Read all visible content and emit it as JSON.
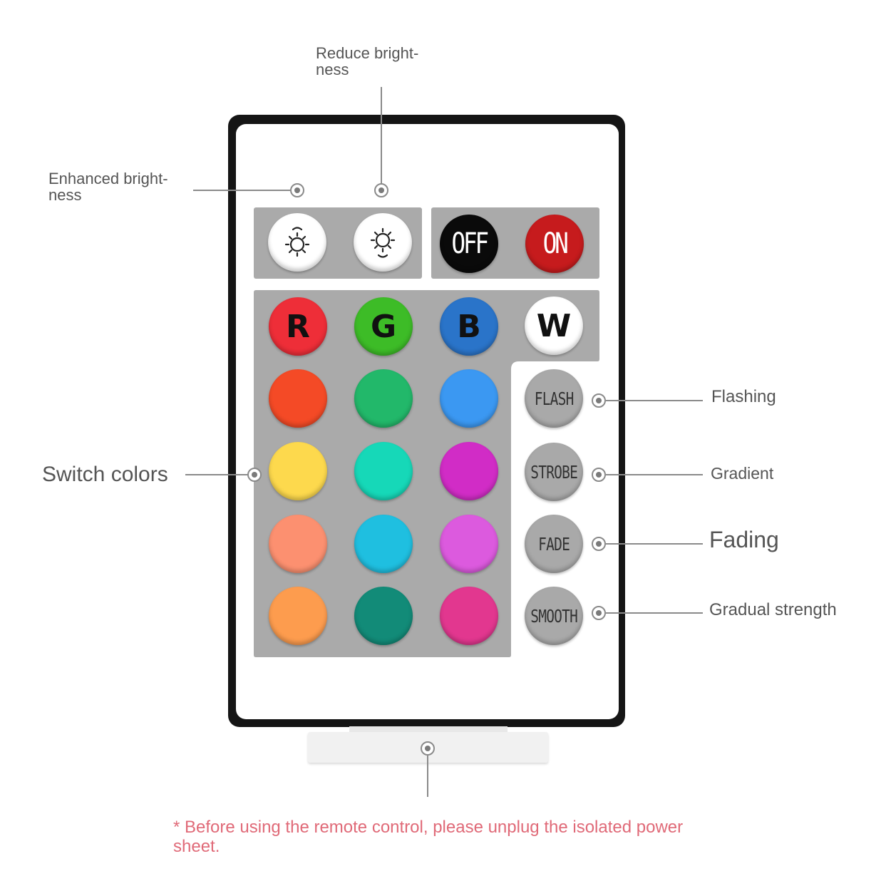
{
  "annotations": {
    "reduce_brightness": "Reduce bright-\nness",
    "enhanced_brightness": "Enhanced bright-\nness",
    "switch_colors": "Switch colors",
    "flashing": "Flashing",
    "gradient": "Gradient",
    "fading": "Fading",
    "gradual_strength": "Gradual strength"
  },
  "buttons": {
    "off": "OFF",
    "on": "ON",
    "r": "R",
    "g": "G",
    "b": "B",
    "w": "W",
    "flash": "FLASH",
    "strobe": "STROBE",
    "fade": "FADE",
    "smooth": "SMOOTH"
  },
  "button_colors": {
    "r": "#ee2e38",
    "g": "#3dbc27",
    "b": "#2a74c9",
    "w": "#ffffff",
    "off": "#0a0a0a",
    "on": "#c61b1d",
    "row1": [
      "#f44a26",
      "#22b86a",
      "#3b98f2"
    ],
    "row2": [
      "#fdd94d",
      "#16d8b8",
      "#d12cc6"
    ],
    "row3": [
      "#fc9070",
      "#1fbfe0",
      "#dc5ade"
    ],
    "row4": [
      "#fd9c4e",
      "#128b78",
      "#e2378f"
    ],
    "mode": "#a9a9a9"
  },
  "icons": [
    "brightness-up-icon",
    "brightness-down-icon"
  ],
  "note": "* Before using the remote control, please unplug the isolated power sheet."
}
